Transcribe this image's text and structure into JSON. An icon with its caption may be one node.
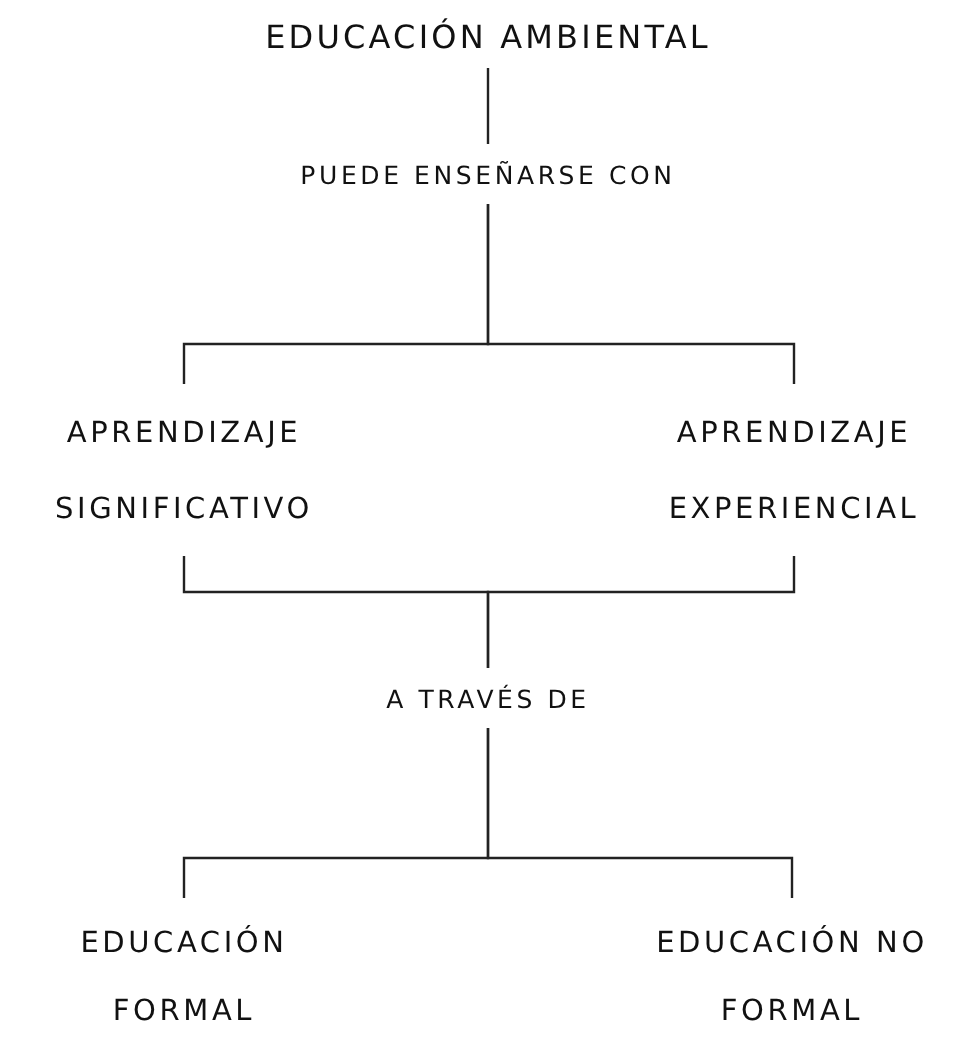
{
  "diagram": {
    "nodes": [
      {
        "text": [
          "EDUCACIÓN AMBIENTAL"
        ]
      },
      {
        "text": [
          "PUEDE ENSEÑARSE CON"
        ]
      },
      {
        "text": [
          "APRENDIZAJE SIGNIFICATIVO"
        ]
      },
      {
        "text": [
          "APRENDIZAJE EXPERIENCIAL"
        ]
      },
      {
        "text": [
          "A TRAVÉS DE"
        ]
      },
      {
        "text": [
          "EDUCACIÓN FORMAL"
        ]
      },
      {
        "text": [
          "EDUCACIÓN NO FORMAL"
        ]
      }
    ],
    "edges": [
      {
        "from": 0,
        "to": 1,
        "arrow": "none"
      },
      {
        "from": 1,
        "to": 2,
        "arrow": "none"
      },
      {
        "from": 1,
        "to": 3,
        "arrow": "none"
      },
      {
        "from": 2,
        "to": 4,
        "arrow": "none"
      },
      {
        "from": 3,
        "to": 4,
        "arrow": "none"
      },
      {
        "from": 4,
        "to": 5,
        "arrow": "none"
      },
      {
        "from": 4,
        "to": 6,
        "arrow": "none"
      }
    ]
  }
}
